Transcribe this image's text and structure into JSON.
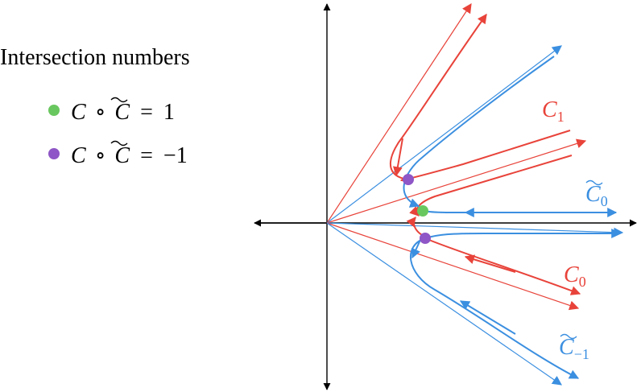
{
  "colors": {
    "red": "#e8433a",
    "blue": "#3b8fe0",
    "green": "#69c75f",
    "purple": "#8e56c6",
    "axis": "#000000"
  },
  "legend": {
    "title": "Intersection numbers",
    "items": [
      {
        "marker_color": "green",
        "lhs": "C",
        "op": "∘",
        "rhs": "C",
        "eq": "=",
        "value": "1"
      },
      {
        "marker_color": "purple",
        "lhs": "C",
        "op": "∘",
        "rhs": "C",
        "eq": "=",
        "value": "−1"
      }
    ]
  },
  "curve_labels": {
    "c1": {
      "base": "C",
      "sub": "1",
      "color": "red"
    },
    "c0_tilde": {
      "base": "C",
      "sub": "0",
      "color": "blue",
      "tilde": true
    },
    "c0": {
      "base": "C",
      "sub": "0",
      "color": "red"
    },
    "cm1_tilde": {
      "base": "C",
      "sub": "−1",
      "color": "blue",
      "tilde": true
    }
  },
  "intersections": [
    {
      "type": "positive",
      "color": "green"
    },
    {
      "type": "negative",
      "color": "purple"
    },
    {
      "type": "negative",
      "color": "purple"
    }
  ]
}
